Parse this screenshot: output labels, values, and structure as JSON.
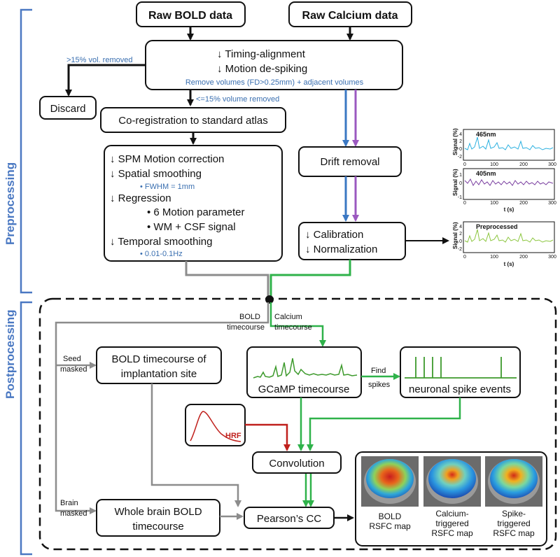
{
  "section_labels": {
    "preprocessing": "Preprocessing",
    "postprocessing": "Postprocessing"
  },
  "boxes": {
    "raw_bold": "Raw BOLD data",
    "raw_calcium": "Raw Calcium data",
    "timing_alignment": "↓ Timing-alignment",
    "motion_despiking": "↓ Motion de-spiking",
    "remove_volumes": "Remove volumes (FD>0.25mm) + adjacent volumes",
    "discard": "Discard",
    "coregistration": "Co-registration to standard atlas",
    "drift_removal": "Drift removal",
    "spm": {
      "motion_correction": "↓ SPM Motion correction",
      "spatial_smoothing": "↓ Spatial smoothing",
      "fwhm": "FWHM = 1mm",
      "regression": "↓ Regression",
      "motion_param": "6 Motion parameter",
      "wm_csf": "WM + CSF signal",
      "temporal_smoothing": "↓ Temporal smoothing",
      "band": "0.01-0.1Hz"
    },
    "calibration": "↓ Calibration",
    "normalization": "↓ Normalization",
    "bold_seed_line1": "BOLD timecourse of",
    "bold_seed_line2": "implantation site",
    "gcamp": "GCaMP timecourse",
    "spike_events": "neuronal spike events",
    "hrf": "HRF",
    "convolution": "Convolution",
    "whole_brain_line1": "Whole brain BOLD",
    "whole_brain_line2": "timecourse",
    "pearson": "Pearson’s CC"
  },
  "edge_labels": {
    "vol_removed_gt": ">15% vol. removed",
    "vol_removed_le": "<=15% volume removed",
    "bold_timecourse_1": "BOLD",
    "bold_timecourse_2": "timecourse",
    "calcium_timecourse_1": "Calcium",
    "calcium_timecourse_2": "timecourse",
    "seed_masked_1": "Seed",
    "seed_masked_2": "masked",
    "brain_masked_1": "Brain",
    "brain_masked_2": "masked",
    "find_spikes_1": "Find",
    "find_spikes_2": "spikes"
  },
  "plots": {
    "p465": {
      "tag": "465nm",
      "ylabel": "Signal (%)",
      "yticks": [
        "4",
        "2",
        "0",
        "-2"
      ],
      "xticks": [
        "0",
        "100",
        "200",
        "300"
      ]
    },
    "p405": {
      "tag": "405nm",
      "ylabel": "Signal (%)",
      "yticks": [
        "1",
        "0",
        "-1"
      ],
      "xticks": [
        "0",
        "100",
        "200",
        "300"
      ],
      "xlabel": "t (s)"
    },
    "pre": {
      "tag": "Preprocessed",
      "ylabel": "Signal (%)",
      "yticks": [
        "4",
        "2",
        "0",
        "-2"
      ],
      "xticks": [
        "0",
        "100",
        "200",
        "300"
      ],
      "xlabel": "t (s)"
    }
  },
  "maps": [
    {
      "line1": "BOLD",
      "line2": "RSFC map",
      "line3": ""
    },
    {
      "line1": "Calcium-",
      "line2": "triggered",
      "line3": "RSFC map"
    },
    {
      "line1": "Spike-",
      "line2": "triggered",
      "line3": "RSFC map"
    }
  ],
  "colors": {
    "blue_arrow": "#3b78c3",
    "purple_arrow": "#9b59c0",
    "green": "#2fb24a",
    "gray": "#8c8c8c",
    "red": "#c0201c",
    "side_blue": "#4a78c2",
    "cyan_trace": "#2ab0e0",
    "purple_trace": "#7a3fa0",
    "green_trace": "#8cc63f"
  }
}
